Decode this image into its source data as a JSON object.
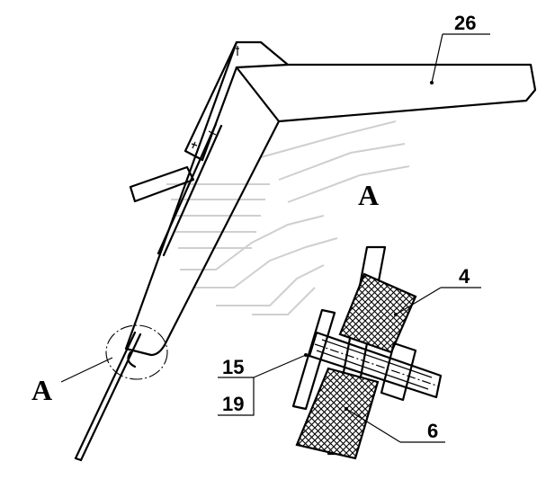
{
  "labels": {
    "part_26": "26",
    "part_4": "4",
    "part_15": "15",
    "part_19": "19",
    "part_6": "6",
    "view_a_top": "A",
    "view_a_left": "A"
  }
}
